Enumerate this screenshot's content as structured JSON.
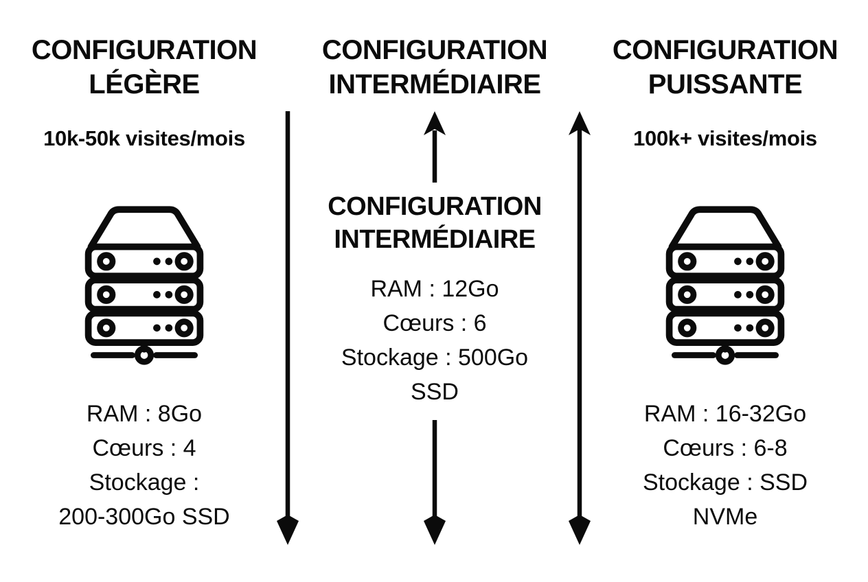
{
  "columns": [
    {
      "id": "legere",
      "title": [
        "CONFIGURATION",
        "LÉGÈRE"
      ],
      "subtitle": "10k-50k visites/mois",
      "icon": "server-icon",
      "specs": [
        "RAM : 8Go",
        "Cœurs : 4",
        "Stockage :",
        "200-300Go SSD"
      ]
    },
    {
      "id": "intermediaire",
      "title": [
        "CONFIGURATION",
        "INTERMÉDIAIRE"
      ],
      "heading": [
        "CONFIGURATION",
        "INTERMÉDIAIRE"
      ],
      "specs": [
        "RAM : 12Go",
        "Cœurs : 6",
        "Stockage : 500Go",
        "SSD"
      ]
    },
    {
      "id": "puissante",
      "title": [
        "CONFIGURATION",
        "PUISSANTE"
      ],
      "subtitle": "100k+ visites/mois",
      "icon": "server-icon",
      "specs": [
        "RAM : 16-32Go",
        "Cœurs : 6-8",
        "Stockage : SSD",
        "NVMe"
      ]
    }
  ],
  "icons": {
    "server": "server-icon",
    "arrow_down_left": "down-arrow",
    "arrow_up_middle": "up-arrow",
    "arrow_down_middle": "down-arrow",
    "arrow_double_right": "double-arrow"
  },
  "colors": {
    "ink": "#0b0b0b",
    "background": "#ffffff"
  }
}
